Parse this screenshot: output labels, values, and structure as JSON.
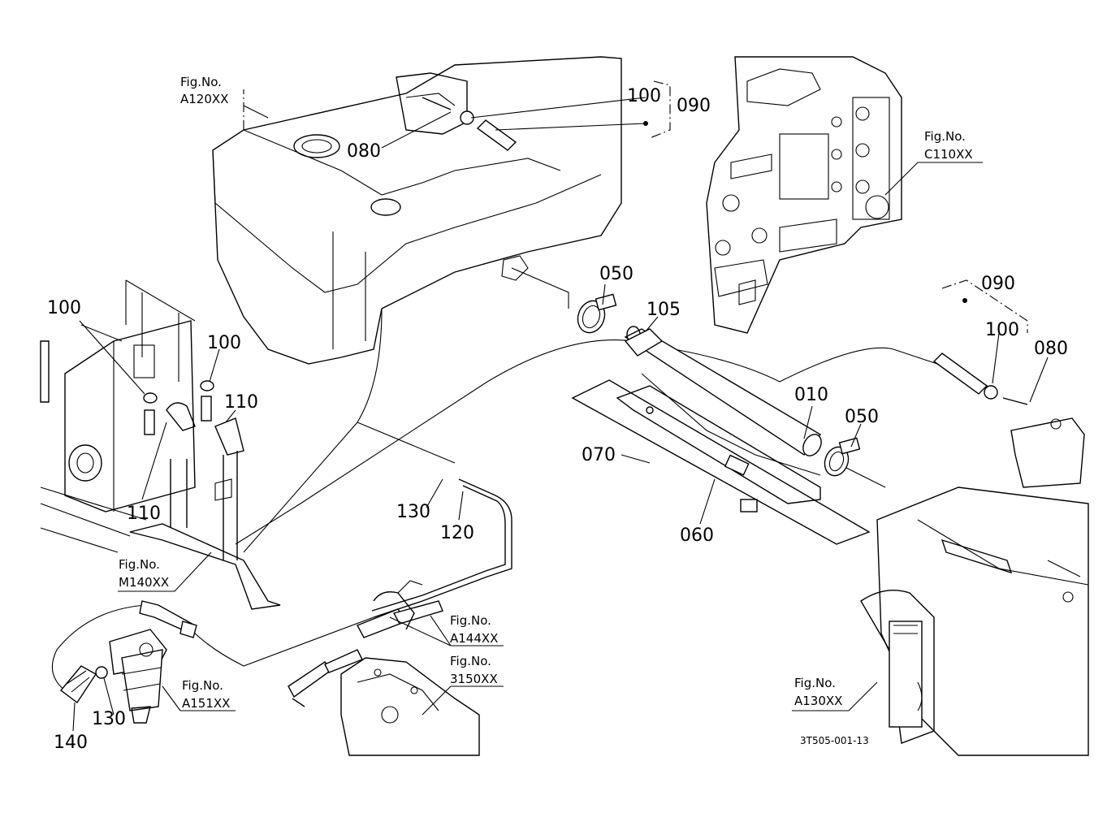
{
  "callouts": {
    "p100_top": "100",
    "p090_top": "090",
    "p080_top": "080",
    "p050_mid": "050",
    "p105": "105",
    "p100_left": "100",
    "p100_left2": "100",
    "p110_a": "110",
    "p110_b": "110",
    "p130_mid": "130",
    "p120": "120",
    "p090_right": "090",
    "p100_right": "100",
    "p080_right": "080",
    "p010": "010",
    "p050_right": "050",
    "p070": "070",
    "p060": "060",
    "p130_low": "130",
    "p140": "140"
  },
  "figrefs": {
    "a120": {
      "label": "Fig.No.",
      "code": "A120XX"
    },
    "c110": {
      "label": "Fig.No.",
      "code": "C110XX"
    },
    "m140": {
      "label": "Fig.No.",
      "code": "M140XX"
    },
    "a144": {
      "label": "Fig.No.",
      "code": "A144XX"
    },
    "s3150": {
      "label": "Fig.No.",
      "code": "3150XX"
    },
    "a151": {
      "label": "Fig.No.",
      "code": "A151XX"
    },
    "a130": {
      "label": "Fig.No.",
      "code": "A130XX"
    }
  },
  "drawing_code": "3T505-001-13"
}
